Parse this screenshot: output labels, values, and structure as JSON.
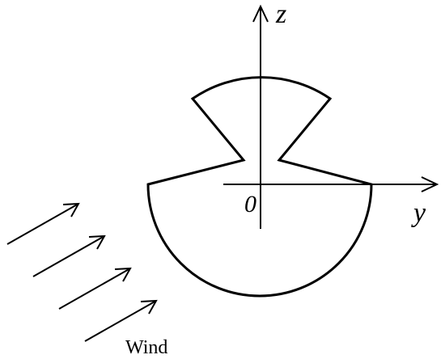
{
  "labels": {
    "z_axis": "z",
    "y_axis": "y",
    "origin": "0",
    "wind": "Wind"
  },
  "wind": {
    "arrow_count": 4
  },
  "colors": {
    "stroke": "#000000",
    "background": "#ffffff"
  }
}
